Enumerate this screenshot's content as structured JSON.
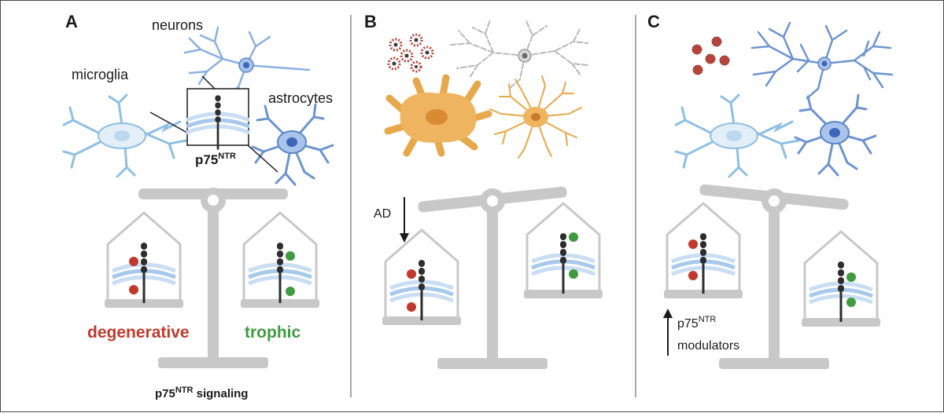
{
  "panels": {
    "a": {
      "letter": "A",
      "labels": {
        "neurons": "neurons",
        "microglia": "microglia",
        "astrocytes": "astrocytes",
        "receptor_base": "p75",
        "receptor_sup": "NTR"
      },
      "scale_left": "degenerative",
      "scale_right": "trophic",
      "signaling_base": "p75",
      "signaling_sup": "NTR",
      "signaling_rest": " signaling"
    },
    "b": {
      "letter": "B",
      "arrow_label": "AD"
    },
    "c": {
      "letter": "C",
      "modulator_base": "p75",
      "modulator_sup": "NTR",
      "modulator_line2": "modulators"
    }
  },
  "colors": {
    "degenerative": "#c0392b",
    "trophic": "#3f9b3f",
    "scale_gray": "#c8c8c8",
    "microglia": "#7fb0d8",
    "neuron": "#6d94cf",
    "astrocyte": "#5b86c9",
    "glia_orange": "#e7a84b",
    "plaque_red": "#b5443a",
    "membrane": "#a7c9ec"
  }
}
